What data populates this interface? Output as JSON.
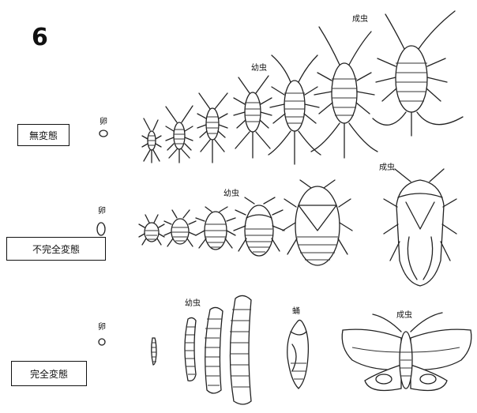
{
  "figure_number": "6",
  "rows": [
    {
      "label": "無変態",
      "egg_label": "卵",
      "stage_labels": {
        "larva": "幼虫",
        "adult": "成虫"
      }
    },
    {
      "label": "不完全変態",
      "egg_label": "卵",
      "stage_labels": {
        "larva": "幼虫",
        "adult": "成虫"
      }
    },
    {
      "label": "完全変態",
      "egg_label": "卵",
      "stage_labels": {
        "larva": "幼虫",
        "pupa": "蛹",
        "adult": "成虫"
      }
    }
  ],
  "colors": {
    "ink": "#222222",
    "background": "#ffffff"
  }
}
